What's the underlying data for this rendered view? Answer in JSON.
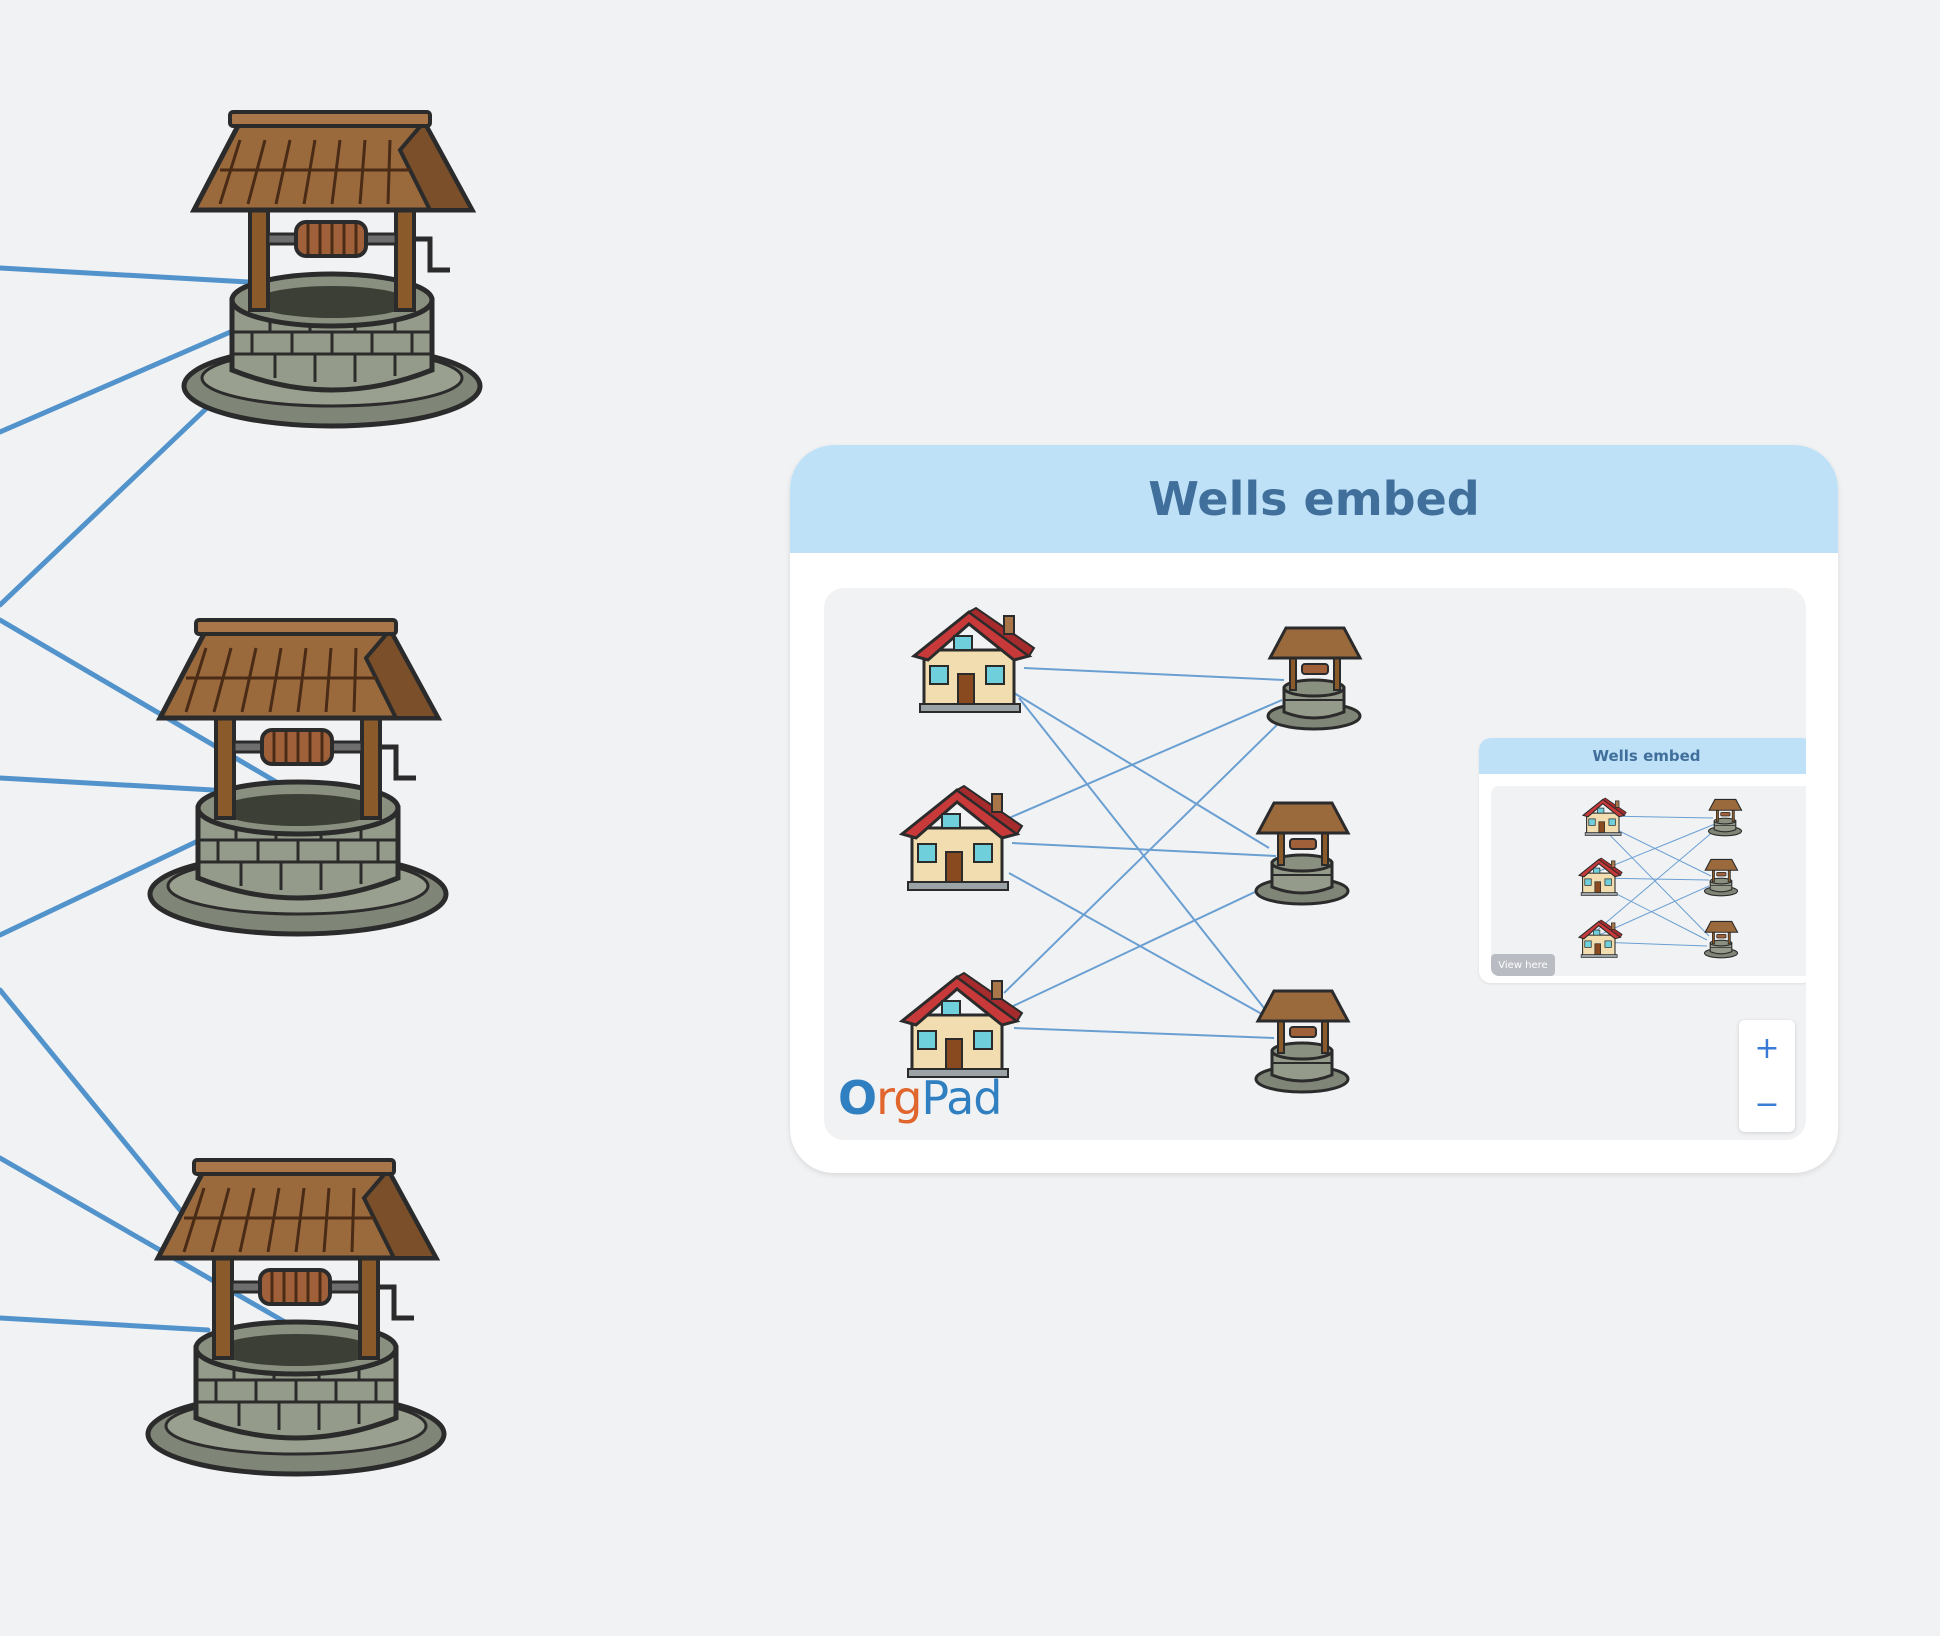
{
  "canvas": {
    "background": "#f1f2f4",
    "edge_color": "#5393cc"
  },
  "embed": {
    "title": "Wells embed",
    "header_color": "#bfe1f8",
    "mini": {
      "title": "Wells embed",
      "view_here_label": "View here"
    },
    "zoom": {
      "in_label": "+",
      "out_label": "−"
    },
    "logo": {
      "o": "O",
      "rg": "rg",
      "pad": "Pad"
    }
  },
  "icons": {
    "well": "well-icon",
    "house": "house-icon"
  }
}
